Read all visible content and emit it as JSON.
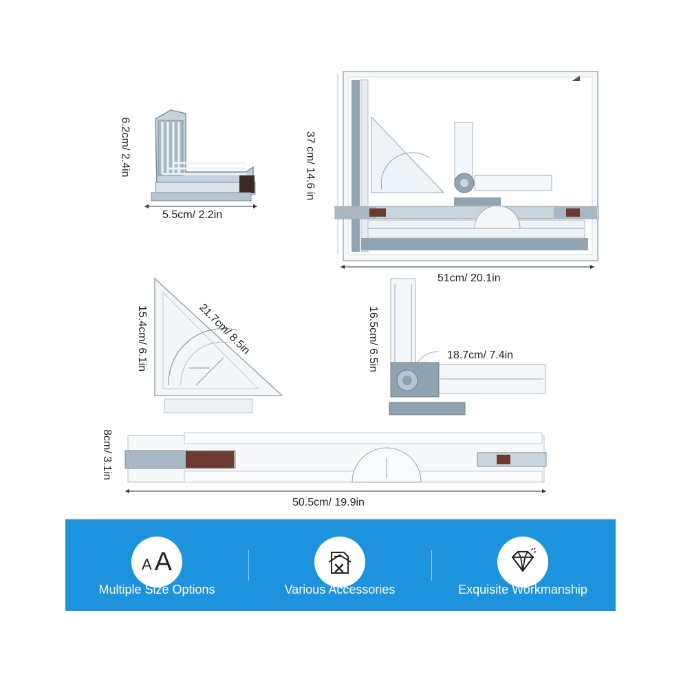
{
  "dimensions": {
    "clamp_height": "6.2cm/ 2.4in",
    "clamp_width": "5.5cm/ 2.2in",
    "board_height": "37 cm/ 14.6 in",
    "board_width": "51cm/ 20.1in",
    "triangle_side": "15.4cm/ 6.1in",
    "triangle_hypotenuse": "21.7cm/ 8.5in",
    "arm_height": "16.5cm/ 6.5in",
    "arm_width": "18.7cm/ 7.4in",
    "rule_height": "8cm/ 3.1in",
    "rule_width": "50.5cm/ 19.9in"
  },
  "features": [
    {
      "label": "Multiple Size Options",
      "icon": "font-size-icon",
      "icon_text_small": "A",
      "icon_text_large": "A"
    },
    {
      "label": "Various Accessories",
      "icon": "tools-document-icon"
    },
    {
      "label": "Exquisite Workmanship",
      "icon": "diamond-icon"
    }
  ],
  "colors": {
    "banner": "#1d92dd",
    "clamp_gray": "#8fa2b0",
    "slider_brown": "#6b3b2f"
  }
}
